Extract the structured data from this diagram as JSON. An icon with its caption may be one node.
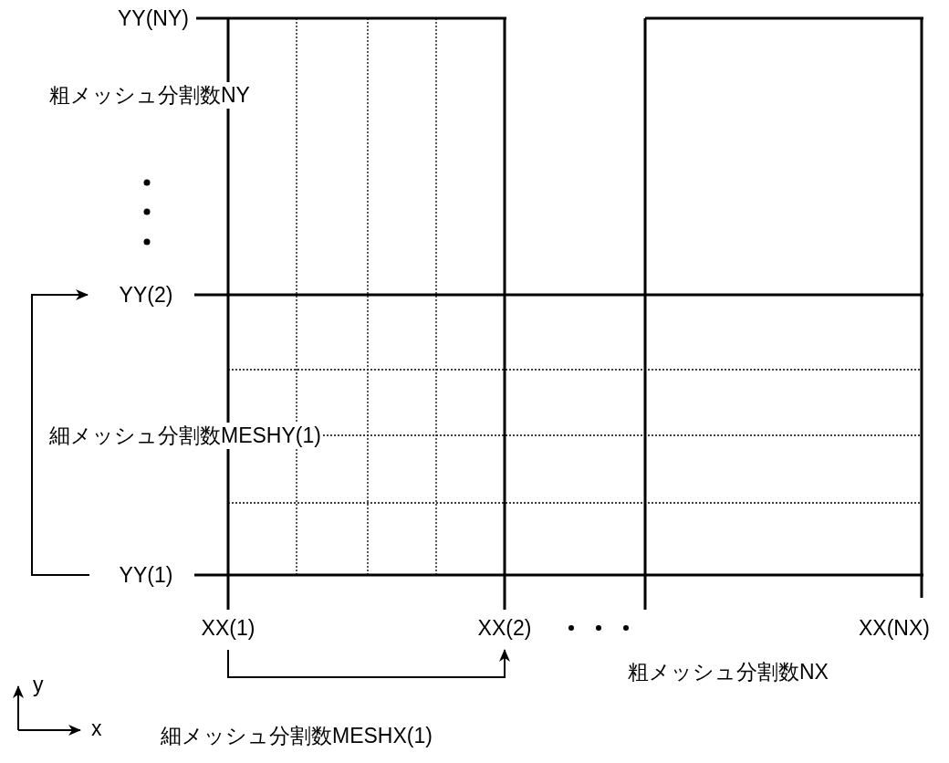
{
  "diagram": {
    "nodes": [
      {
        "text": [
          "YY(NY)"
        ]
      },
      {
        "text": [
          "YY(2)"
        ]
      },
      {
        "text": [
          "YY(1)"
        ]
      },
      {
        "text": [
          "XX(1)"
        ]
      },
      {
        "text": [
          "XX(2)"
        ]
      },
      {
        "text": [
          "XX(NX)"
        ]
      }
    ],
    "edges": [
      {
        "from": 2,
        "to": 1,
        "arrow": "to"
      },
      {
        "from": 3,
        "to": 4,
        "arrow": "to"
      }
    ],
    "labels": [
      "粗メッシュ分割数NY",
      "細メッシュ分割数MESHY(1)",
      "粗メッシュ分割数NX",
      "y",
      "x",
      "細メッシュ分割数MESHX(1)"
    ]
  }
}
